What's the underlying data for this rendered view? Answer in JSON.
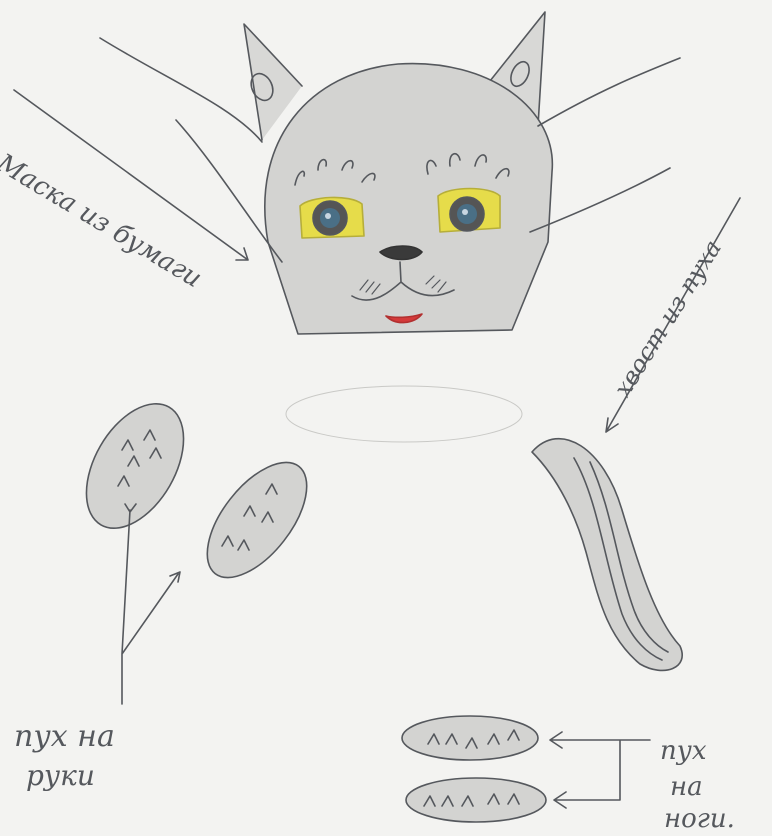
{
  "labels": {
    "mask": "Маска из бумаги",
    "tail": "хвост из пуха",
    "arms_line1": "пух на",
    "arms_line2": "руки",
    "legs_line1": "пух",
    "legs_line2": "на",
    "legs_line3": "ноги."
  },
  "colors": {
    "paper": "#f3f3f1",
    "pencil": "#55585d",
    "grey_fill": "#d3d3d1",
    "eye_yellow": "#e6dc4a",
    "iris": "#4a6f86",
    "nose": "#3a3a3a",
    "mouth": "#d43a3a"
  }
}
